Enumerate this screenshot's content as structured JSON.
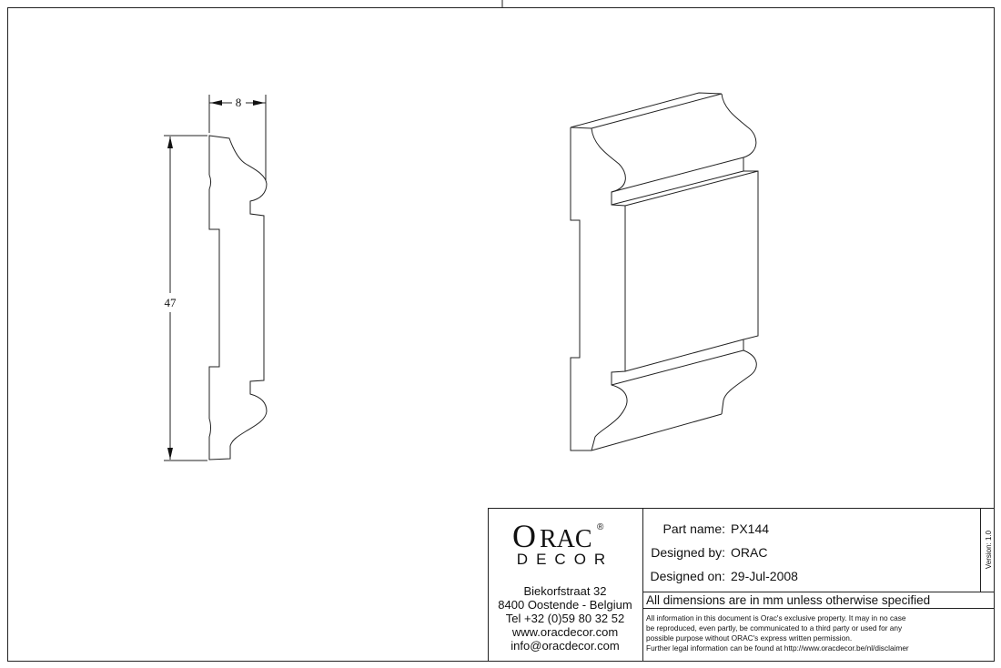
{
  "drawing": {
    "dimensions": {
      "width_label": "8",
      "height_label": "47"
    }
  },
  "title_block": {
    "logo": {
      "brand": "ORAC",
      "registered": "®",
      "sub": "DECOR"
    },
    "address": [
      "Biekorfstraat 32",
      "8400 Oostende - Belgium",
      "Tel  +32 (0)59 80 32 52",
      "www.oracdecor.com",
      "info@oracdecor.com"
    ],
    "part_name_label": "Part name:",
    "part_name": "PX144",
    "designed_by_label": "Designed by:",
    "designed_by": "ORAC",
    "designed_on_label": "Designed on:",
    "designed_on": "29-Jul-2008",
    "version": "Version: 1.0",
    "units_note": "All dimensions are in mm unless otherwise specified",
    "legal": [
      "All information in this document is Orac's exclusive property.  It may in no case",
      "be reproduced, even partly, be communicated to a third party or used for any",
      "possible purpose without ORAC's express written permission.",
      "Further legal information can be found at http://www.oracdecor.be/nl/disclaimer"
    ]
  }
}
